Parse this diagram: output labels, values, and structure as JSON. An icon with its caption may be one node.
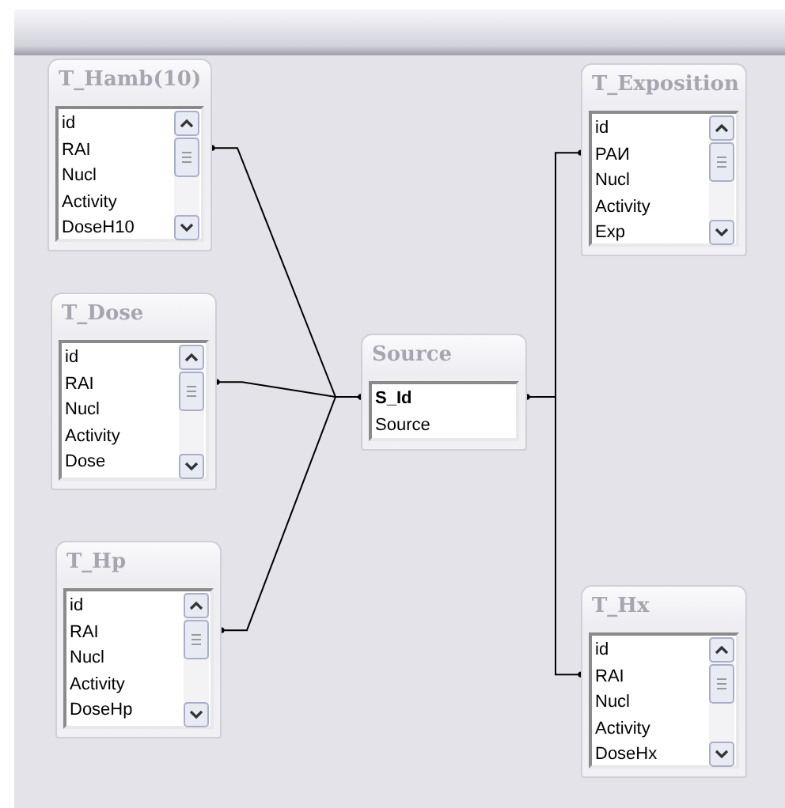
{
  "diagram": {
    "nodes": [
      {
        "text": [
          "T_Hamb(10)",
          "id",
          "RAI",
          "Nucl",
          "Activity",
          "DoseH10"
        ]
      },
      {
        "text": [
          "T_Exposition",
          "id",
          "РАИ",
          "Nucl",
          "Activity",
          "Exp"
        ]
      },
      {
        "text": [
          "T_Dose",
          "id",
          "RAI",
          "Nucl",
          "Activity",
          "Dose"
        ]
      },
      {
        "text": [
          "Source",
          "S_Id",
          "Source"
        ]
      },
      {
        "text": [
          "T_Hp",
          "id",
          "RAI",
          "Nucl",
          "Activity",
          "DoseHp"
        ]
      },
      {
        "text": [
          "T_Hx",
          "id",
          "RAI",
          "Nucl",
          "Activity",
          "DoseHx"
        ]
      }
    ],
    "edges": [
      {
        "from": 3,
        "to": 0,
        "arrow": "other"
      },
      {
        "from": 3,
        "to": 2,
        "arrow": "other"
      },
      {
        "from": 3,
        "to": 4,
        "arrow": "other"
      },
      {
        "from": 3,
        "to": 1,
        "arrow": "other"
      },
      {
        "from": 3,
        "to": 5,
        "arrow": "other"
      }
    ]
  }
}
